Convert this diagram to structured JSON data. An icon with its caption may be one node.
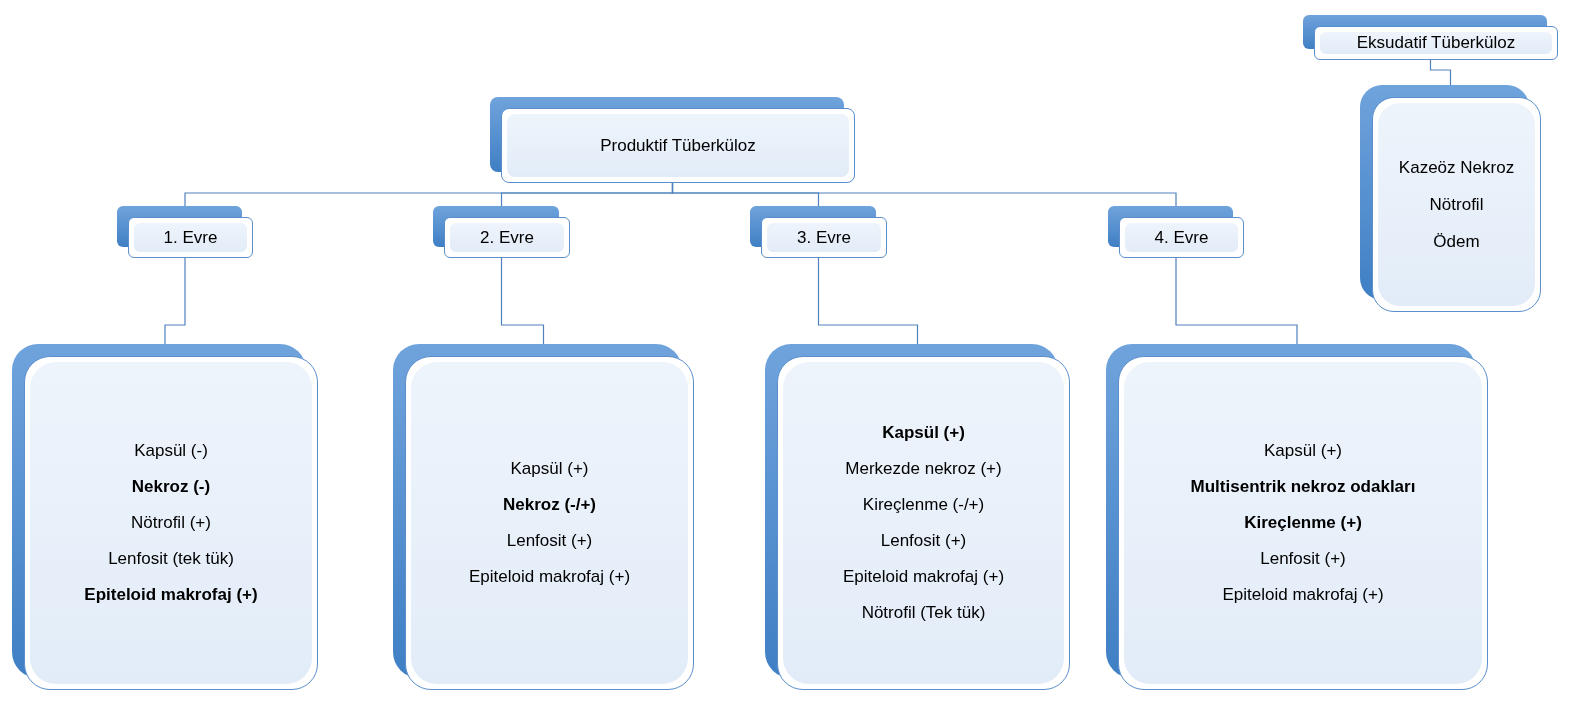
{
  "diagram": {
    "nodes": [
      {
        "text": [
          "Produktif Tüberküloz"
        ]
      },
      {
        "text": [
          "1. Evre"
        ]
      },
      {
        "text": [
          "2. Evre"
        ]
      },
      {
        "text": [
          "3. Evre"
        ]
      },
      {
        "text": [
          "4. Evre"
        ]
      },
      {
        "text": [
          "Kapsül (-)",
          "**Nekroz (-)**",
          "Nötrofil (+)",
          "Lenfosit (tek tük)",
          "**Epiteloid makrofaj (+)**"
        ]
      },
      {
        "text": [
          "Kapsül (+)",
          "**Nekroz (-/+)**",
          "Lenfosit (+)",
          "Epiteloid makrofaj (+)"
        ]
      },
      {
        "text": [
          "**Kapsül (+)**",
          "Merkezde nekroz (+)",
          "Kireçlenme (-/+)",
          "Lenfosit (+)",
          "Epiteloid makrofaj (+)",
          "Nötrofil (Tek tük)"
        ]
      },
      {
        "text": [
          "Kapsül (+)",
          "**Multisentrik nekroz odakları**",
          "**Kireçlenme (+)**",
          "Lenfosit (+)",
          "Epiteloid makrofaj (+)"
        ]
      },
      {
        "text": [
          "Eksudatif Tüberküloz"
        ]
      },
      {
        "text": [
          "Kazeöz Nekroz",
          "Nötrofil",
          "Ödem"
        ]
      }
    ],
    "edges": [
      {
        "from": 0,
        "to": 1,
        "arrow": "none"
      },
      {
        "from": 0,
        "to": 2,
        "arrow": "none"
      },
      {
        "from": 0,
        "to": 3,
        "arrow": "none"
      },
      {
        "from": 0,
        "to": 4,
        "arrow": "none"
      },
      {
        "from": 1,
        "to": 5,
        "arrow": "none"
      },
      {
        "from": 2,
        "to": 6,
        "arrow": "none"
      },
      {
        "from": 3,
        "to": 7,
        "arrow": "none"
      },
      {
        "from": 4,
        "to": 8,
        "arrow": "none"
      },
      {
        "from": 9,
        "to": 10,
        "arrow": "none"
      }
    ]
  }
}
